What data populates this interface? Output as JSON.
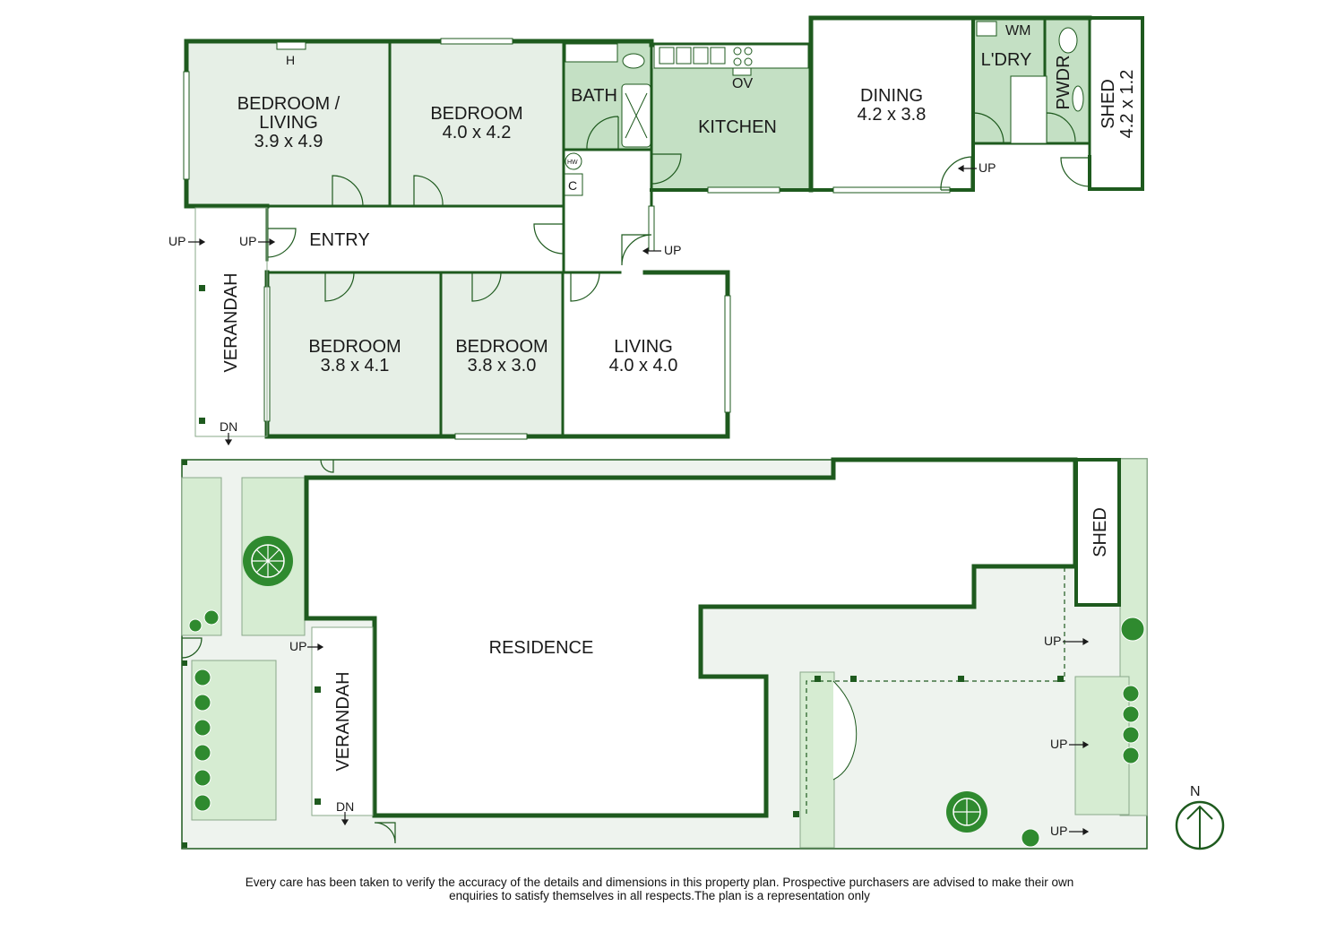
{
  "colors": {
    "wall": "#1e5a1e",
    "room_fill": "#e6efe6",
    "wet_fill": "#c4e0c4",
    "yard_fill": "#eef3ee",
    "garden_fill": "#d6ecd2",
    "tree": "#2f8a2f"
  },
  "rooms": {
    "bedroom_living": {
      "line1": "BEDROOM /",
      "line2": "LIVING",
      "dims": "3.9 x 4.9"
    },
    "bedroom_ne": {
      "name": "BEDROOM",
      "dims": "4.0 x 4.2"
    },
    "bath": {
      "name": "BATH"
    },
    "kitchen": {
      "name": "KITCHEN"
    },
    "dining": {
      "name": "DINING",
      "dims": "4.2 x 3.8"
    },
    "laundry": {
      "name": "L'DRY"
    },
    "powder": {
      "name": "PWDR"
    },
    "shed": {
      "name": "SHED",
      "dims": "4.2 x 1.2"
    },
    "entry": {
      "name": "ENTRY"
    },
    "verandah": {
      "name": "VERANDAH"
    },
    "bedroom_sw": {
      "name": "BEDROOM",
      "dims": "3.8 x 4.1"
    },
    "bedroom_s": {
      "name": "BEDROOM",
      "dims": "3.8 x 3.0"
    },
    "living": {
      "name": "LIVING",
      "dims": "4.0 x 4.0"
    }
  },
  "fixtures": {
    "heater": "H",
    "oven": "OV",
    "washing_machine": "WM",
    "hot_water": "HW",
    "cupboard": "C"
  },
  "site": {
    "residence": "RESIDENCE",
    "verandah": "VERANDAH",
    "shed": "SHED"
  },
  "markers": {
    "up": "UP",
    "dn": "DN",
    "north": "N"
  },
  "disclaimer": {
    "line1": "Every care has been taken to verify the accuracy of the details and dimensions in this property plan. Prospective purchasers are advised to make their own",
    "line2": "enquiries to satisfy themselves in all respects.The plan is a representation only"
  }
}
